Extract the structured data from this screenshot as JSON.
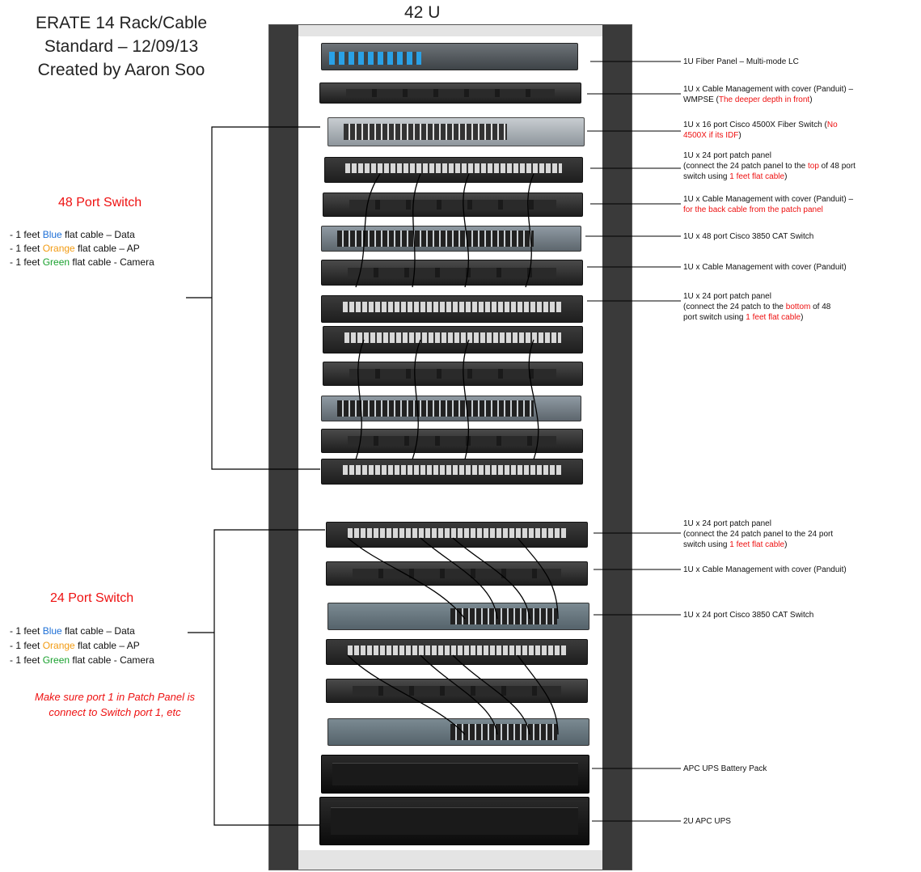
{
  "title": {
    "line1": "ERATE 14 Rack/Cable",
    "line2": "Standard – 12/09/13",
    "line3": "Created by Aaron Soo"
  },
  "rack": {
    "label": "42 U"
  },
  "switch48": {
    "title": "48 Port Switch",
    "legend": [
      {
        "prefix": "- 1 feet ",
        "color_word": "Blue",
        "color": "#1d6fd6",
        "suffix": " flat cable – Data"
      },
      {
        "prefix": "- 1 feet ",
        "color_word": "Orange",
        "color": "#f29b12",
        "suffix": " flat cable – AP"
      },
      {
        "prefix": "- 1 feet ",
        "color_word": "Green",
        "color": "#1aa12f",
        "suffix": " flat cable - Camera"
      }
    ]
  },
  "switch24": {
    "title": "24 Port Switch",
    "legend": [
      {
        "prefix": "- 1 feet ",
        "color_word": "Blue",
        "color": "#1d6fd6",
        "suffix": " flat cable – Data"
      },
      {
        "prefix": "- 1 feet ",
        "color_word": "Orange",
        "color": "#f29b12",
        "suffix": " flat cable – AP"
      },
      {
        "prefix": "- 1 feet ",
        "color_word": "Green",
        "color": "#1aa12f",
        "suffix": " flat cable - Camera"
      }
    ],
    "warning_line1": "Make sure port 1 in Patch Panel is",
    "warning_line2": "connect to Switch port 1, etc"
  },
  "notes": {
    "fiber_panel": "1U Fiber Panel – Multi-mode LC",
    "cm1_a": "1U x Cable Management with cover (Panduit) –",
    "cm1_b": "WMPSE (",
    "cm1_hl": "The deeper depth in front",
    "cm1_c": ")",
    "fiber_switch_a": "1U x 16 port Cisco 4500X Fiber Switch (",
    "fiber_switch_hl1": "No",
    "fiber_switch_hl2": "4500X if its IDF",
    "fiber_switch_c": ")",
    "pp_top_a": "1U x 24 port patch panel",
    "pp_top_b": "(connect the 24 patch panel to the ",
    "pp_top_hl1": "top",
    "pp_top_c": " of 48 port",
    "pp_top_d": "switch using ",
    "pp_top_hl2": "1 feet flat cable",
    "pp_top_e": ")",
    "cm2_a": "1U x Cable Management with cover (Panduit) –",
    "cm2_hl": "for the back cable from the patch panel",
    "sw48": "1U x 48 port Cisco 3850 CAT Switch",
    "cm3": "1U x Cable Management with cover (Panduit)",
    "pp_bot_a": "1U x 24 port patch panel",
    "pp_bot_b": "(connect the 24 patch to the ",
    "pp_bot_hl1": "bottom",
    "pp_bot_c": " of 48",
    "pp_bot_d": "port switch using ",
    "pp_bot_hl2": "1 feet flat cable",
    "pp_bot_e": ")",
    "pp24_a": "1U x 24 port patch panel",
    "pp24_b": "(connect the 24 patch panel to the 24 port",
    "pp24_c": "switch using ",
    "pp24_hl": "1 feet flat cable",
    "pp24_d": ")",
    "cm4": "1U x Cable Management with cover (Panduit)",
    "sw24": "1U x 24 port Cisco 3850 CAT Switch",
    "battery": "APC UPS Battery Pack",
    "ups": "2U APC UPS"
  }
}
